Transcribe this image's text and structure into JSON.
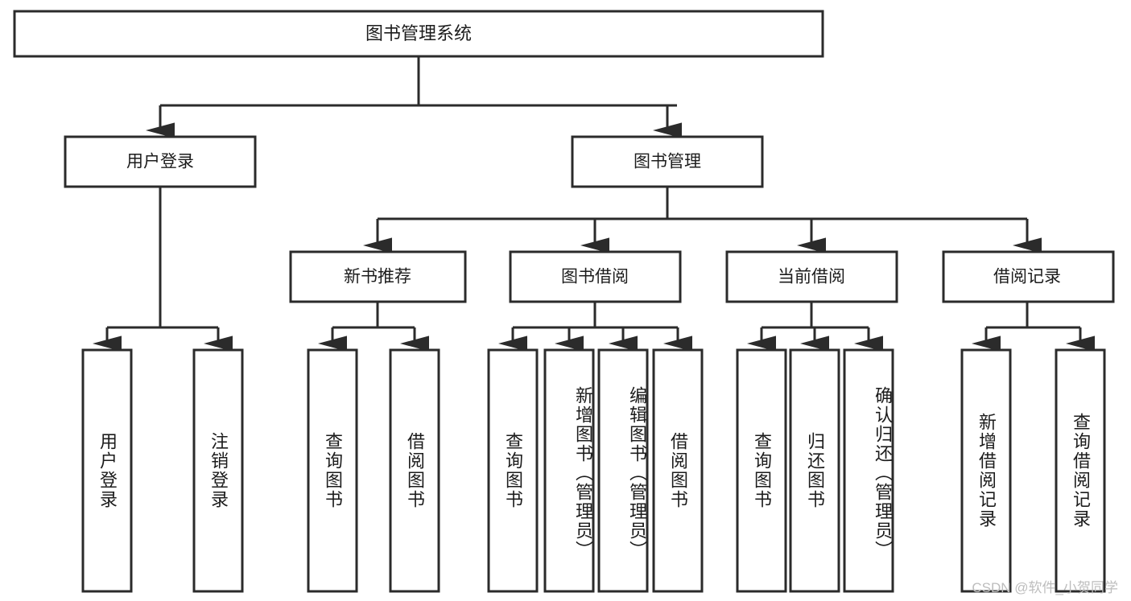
{
  "diagram": {
    "title": "图书管理系统",
    "type": "tree-hierarchy",
    "orientation": "top-down",
    "root": {
      "id": "root",
      "label": "图书管理系统",
      "label_orientation": "horizontal"
    },
    "level2": [
      {
        "id": "user-login",
        "label": "用户登录",
        "label_orientation": "horizontal"
      },
      {
        "id": "book-manage",
        "label": "图书管理",
        "label_orientation": "horizontal"
      }
    ],
    "level3": [
      {
        "id": "new-book-recommend",
        "label": "新书推荐",
        "label_orientation": "horizontal",
        "parent": "book-manage"
      },
      {
        "id": "book-borrow",
        "label": "图书借阅",
        "label_orientation": "horizontal",
        "parent": "book-manage"
      },
      {
        "id": "current-borrow",
        "label": "当前借阅",
        "label_orientation": "horizontal",
        "parent": "book-manage"
      },
      {
        "id": "borrow-record",
        "label": "借阅记录",
        "label_orientation": "horizontal",
        "parent": "book-manage"
      }
    ],
    "leaves": [
      {
        "id": "leaf-user-login",
        "label": "用户登录",
        "parent": "user-login",
        "label_orientation": "vertical"
      },
      {
        "id": "leaf-user-logout",
        "label": "注销登录",
        "parent": "user-login",
        "label_orientation": "vertical"
      },
      {
        "id": "leaf-query-book-1",
        "label": "查询图书",
        "parent": "new-book-recommend",
        "label_orientation": "vertical"
      },
      {
        "id": "leaf-borrow-book-1",
        "label": "借阅图书",
        "parent": "new-book-recommend",
        "label_orientation": "vertical"
      },
      {
        "id": "leaf-query-book-2",
        "label": "查询图书",
        "parent": "book-borrow",
        "label_orientation": "vertical"
      },
      {
        "id": "leaf-add-book",
        "label": "新增图书（管理员）",
        "parent": "book-borrow",
        "label_orientation": "vertical"
      },
      {
        "id": "leaf-edit-book",
        "label": "编辑图书（管理员）",
        "parent": "book-borrow",
        "label_orientation": "vertical"
      },
      {
        "id": "leaf-borrow-book-2",
        "label": "借阅图书",
        "parent": "book-borrow",
        "label_orientation": "vertical"
      },
      {
        "id": "leaf-query-book-3",
        "label": "查询图书",
        "parent": "current-borrow",
        "label_orientation": "vertical"
      },
      {
        "id": "leaf-return-book",
        "label": "归还图书",
        "parent": "current-borrow",
        "label_orientation": "vertical"
      },
      {
        "id": "leaf-confirm-return",
        "label": "确认归还（管理员）",
        "parent": "current-borrow",
        "label_orientation": "vertical"
      },
      {
        "id": "leaf-add-record",
        "label": "新增借阅记录",
        "parent": "borrow-record",
        "label_orientation": "vertical"
      },
      {
        "id": "leaf-query-record",
        "label": "查询借阅记录",
        "parent": "borrow-record",
        "label_orientation": "vertical"
      }
    ],
    "colors": {
      "stroke": "#2b2b2b",
      "fill": "#ffffff",
      "text": "#1c1c1c",
      "watermark": "#bdbdbd",
      "background": "#ffffff"
    }
  },
  "watermark": {
    "text": "CSDN @软件_小贺同学"
  }
}
